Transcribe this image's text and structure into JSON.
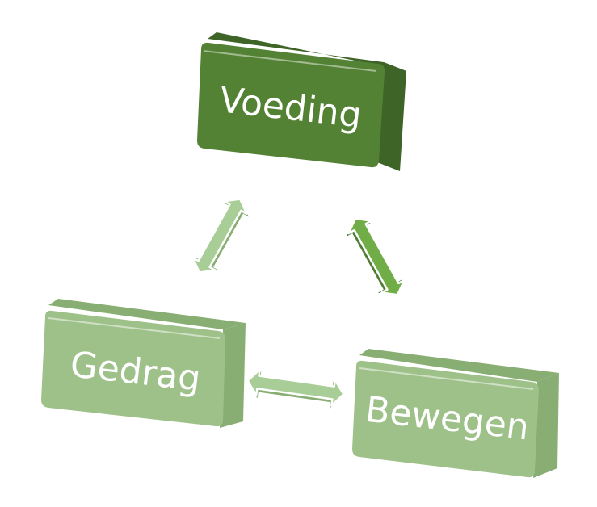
{
  "diagram": {
    "nodes": {
      "voeding": {
        "label": "Voeding",
        "color": "#548235",
        "dark": "#3f6427"
      },
      "gedrag": {
        "label": "Gedrag",
        "color": "#9ec18a",
        "dark": "#88ae73"
      },
      "bewegen": {
        "label": "Bewegen",
        "color": "#9ec18a",
        "dark": "#88ae73"
      }
    },
    "connectors": {
      "voeding_gedrag": {
        "from": "Voeding",
        "to": "Gedrag",
        "color": "#a9cd96"
      },
      "voeding_bewegen": {
        "from": "Voeding",
        "to": "Bewegen",
        "color": "#70ad47"
      },
      "gedrag_bewegen": {
        "from": "Gedrag",
        "to": "Bewegen",
        "color": "#a9cd96"
      }
    }
  }
}
